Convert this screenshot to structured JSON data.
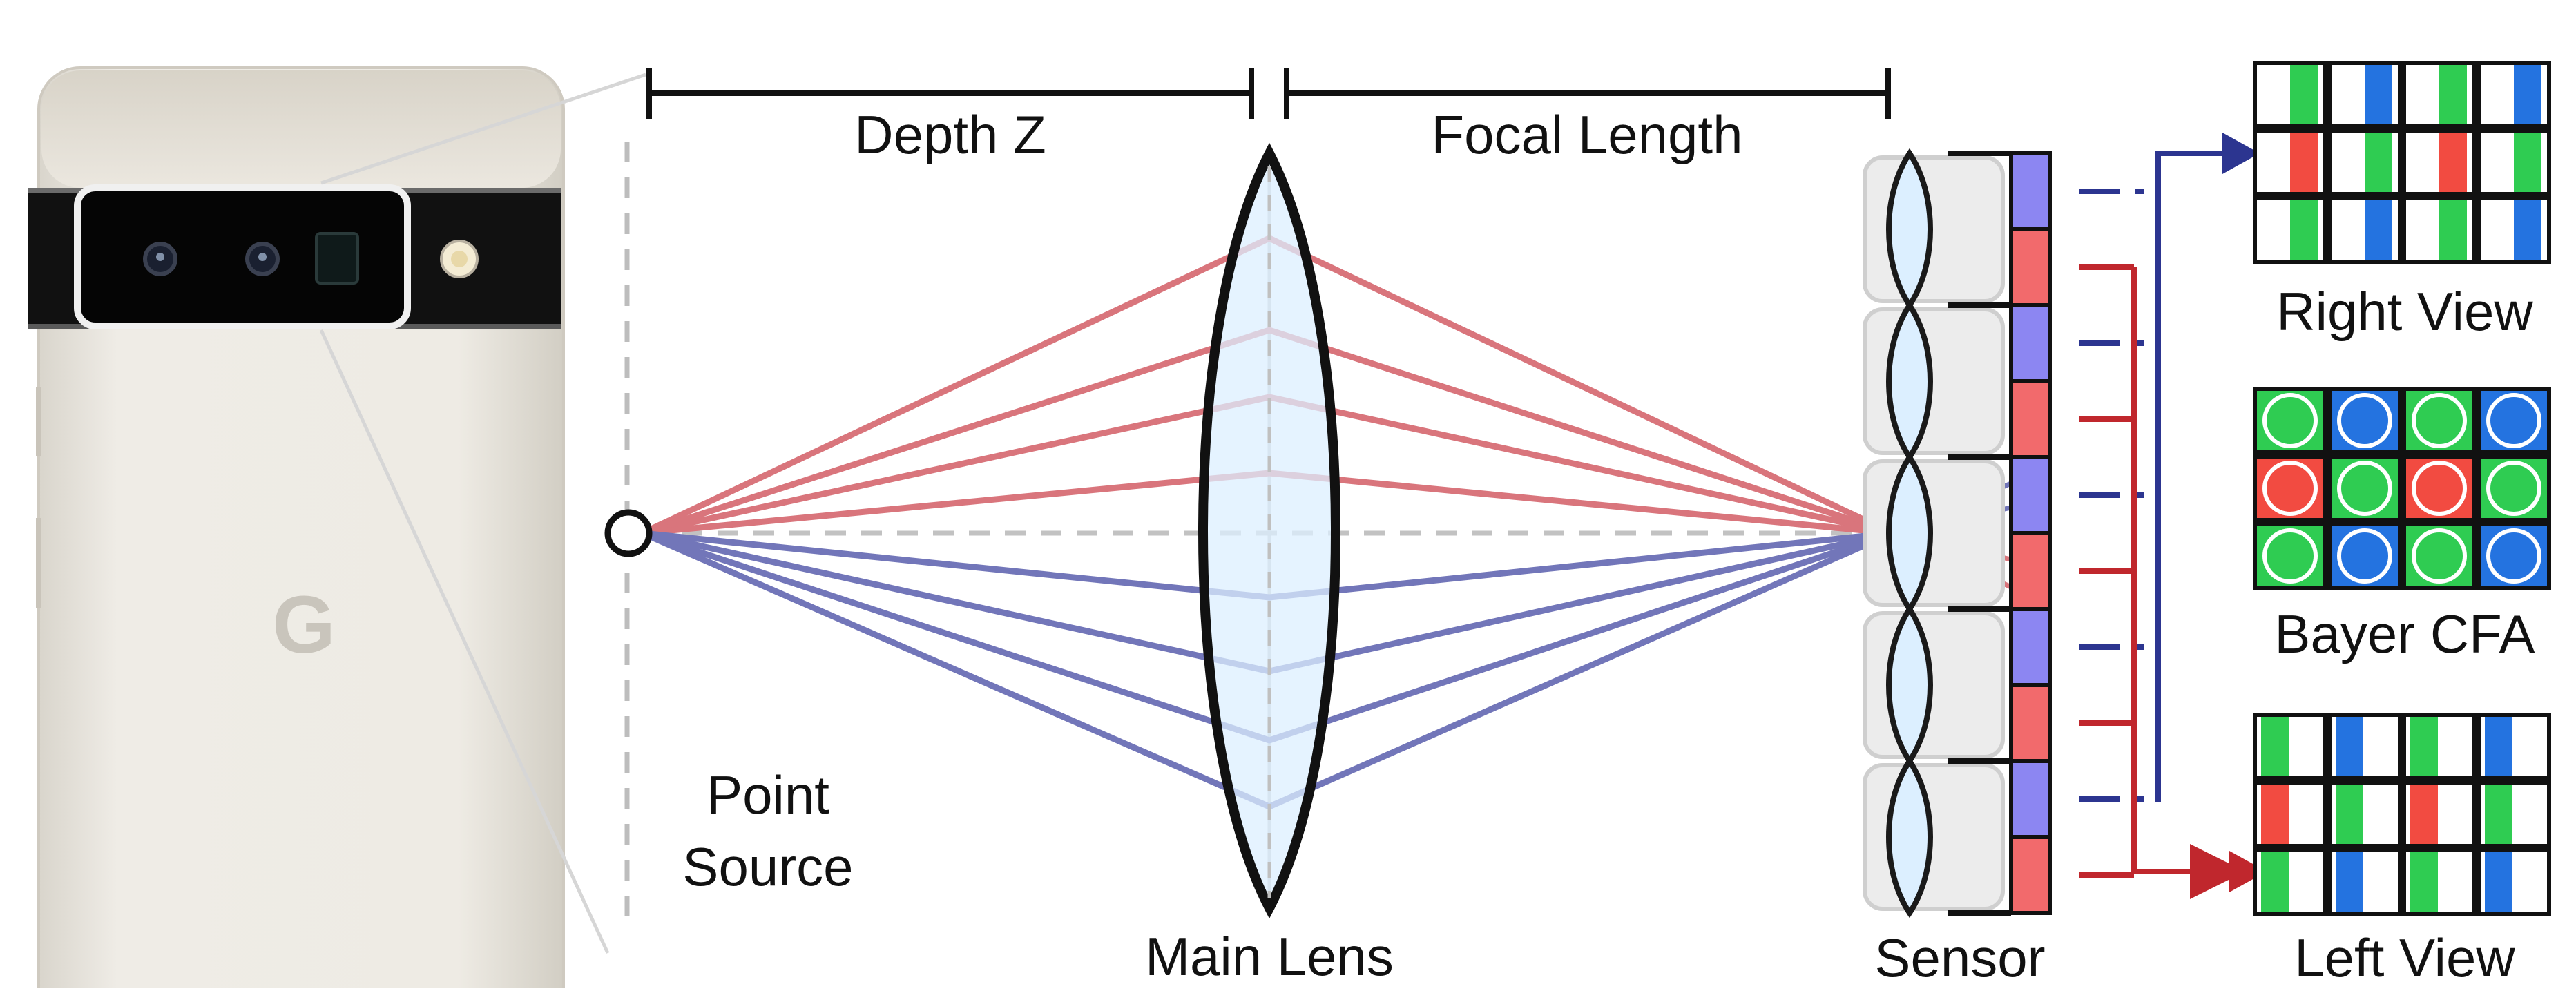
{
  "labels": {
    "depth": "Depth Z",
    "focal": "Focal Length",
    "point_source_line1": "Point",
    "point_source_line2": "Source",
    "main_lens": "Main Lens",
    "sensor": "Sensor",
    "right_view": "Right View",
    "bayer_cfa": "Bayer CFA",
    "left_view": "Left View",
    "phone_logo": "G"
  },
  "colors": {
    "red_ray": "#d9757c",
    "blue_ray": "#7276b9",
    "red_pixel": "#f26a6c",
    "blue_pixel": "#8c86f2",
    "red_wire": "#c0272d",
    "blue_wire": "#2c3590",
    "cfa_green": "#2fcc52",
    "cfa_red": "#f24b41",
    "cfa_blue": "#2473e0",
    "lens_fill": "#dcefff",
    "phone_body": "#eae7e0",
    "camera_bar": "#101010"
  },
  "bayer_pattern": [
    [
      "G",
      "B",
      "G",
      "B"
    ],
    [
      "R",
      "G",
      "R",
      "G"
    ],
    [
      "G",
      "B",
      "G",
      "B"
    ]
  ],
  "sensor_pixels": [
    "B",
    "R",
    "B",
    "R",
    "B",
    "R",
    "B",
    "R",
    "B",
    "R"
  ],
  "icons": [
    "pixel-phone-icon",
    "point-source-icon",
    "arrow-right-icon"
  ]
}
